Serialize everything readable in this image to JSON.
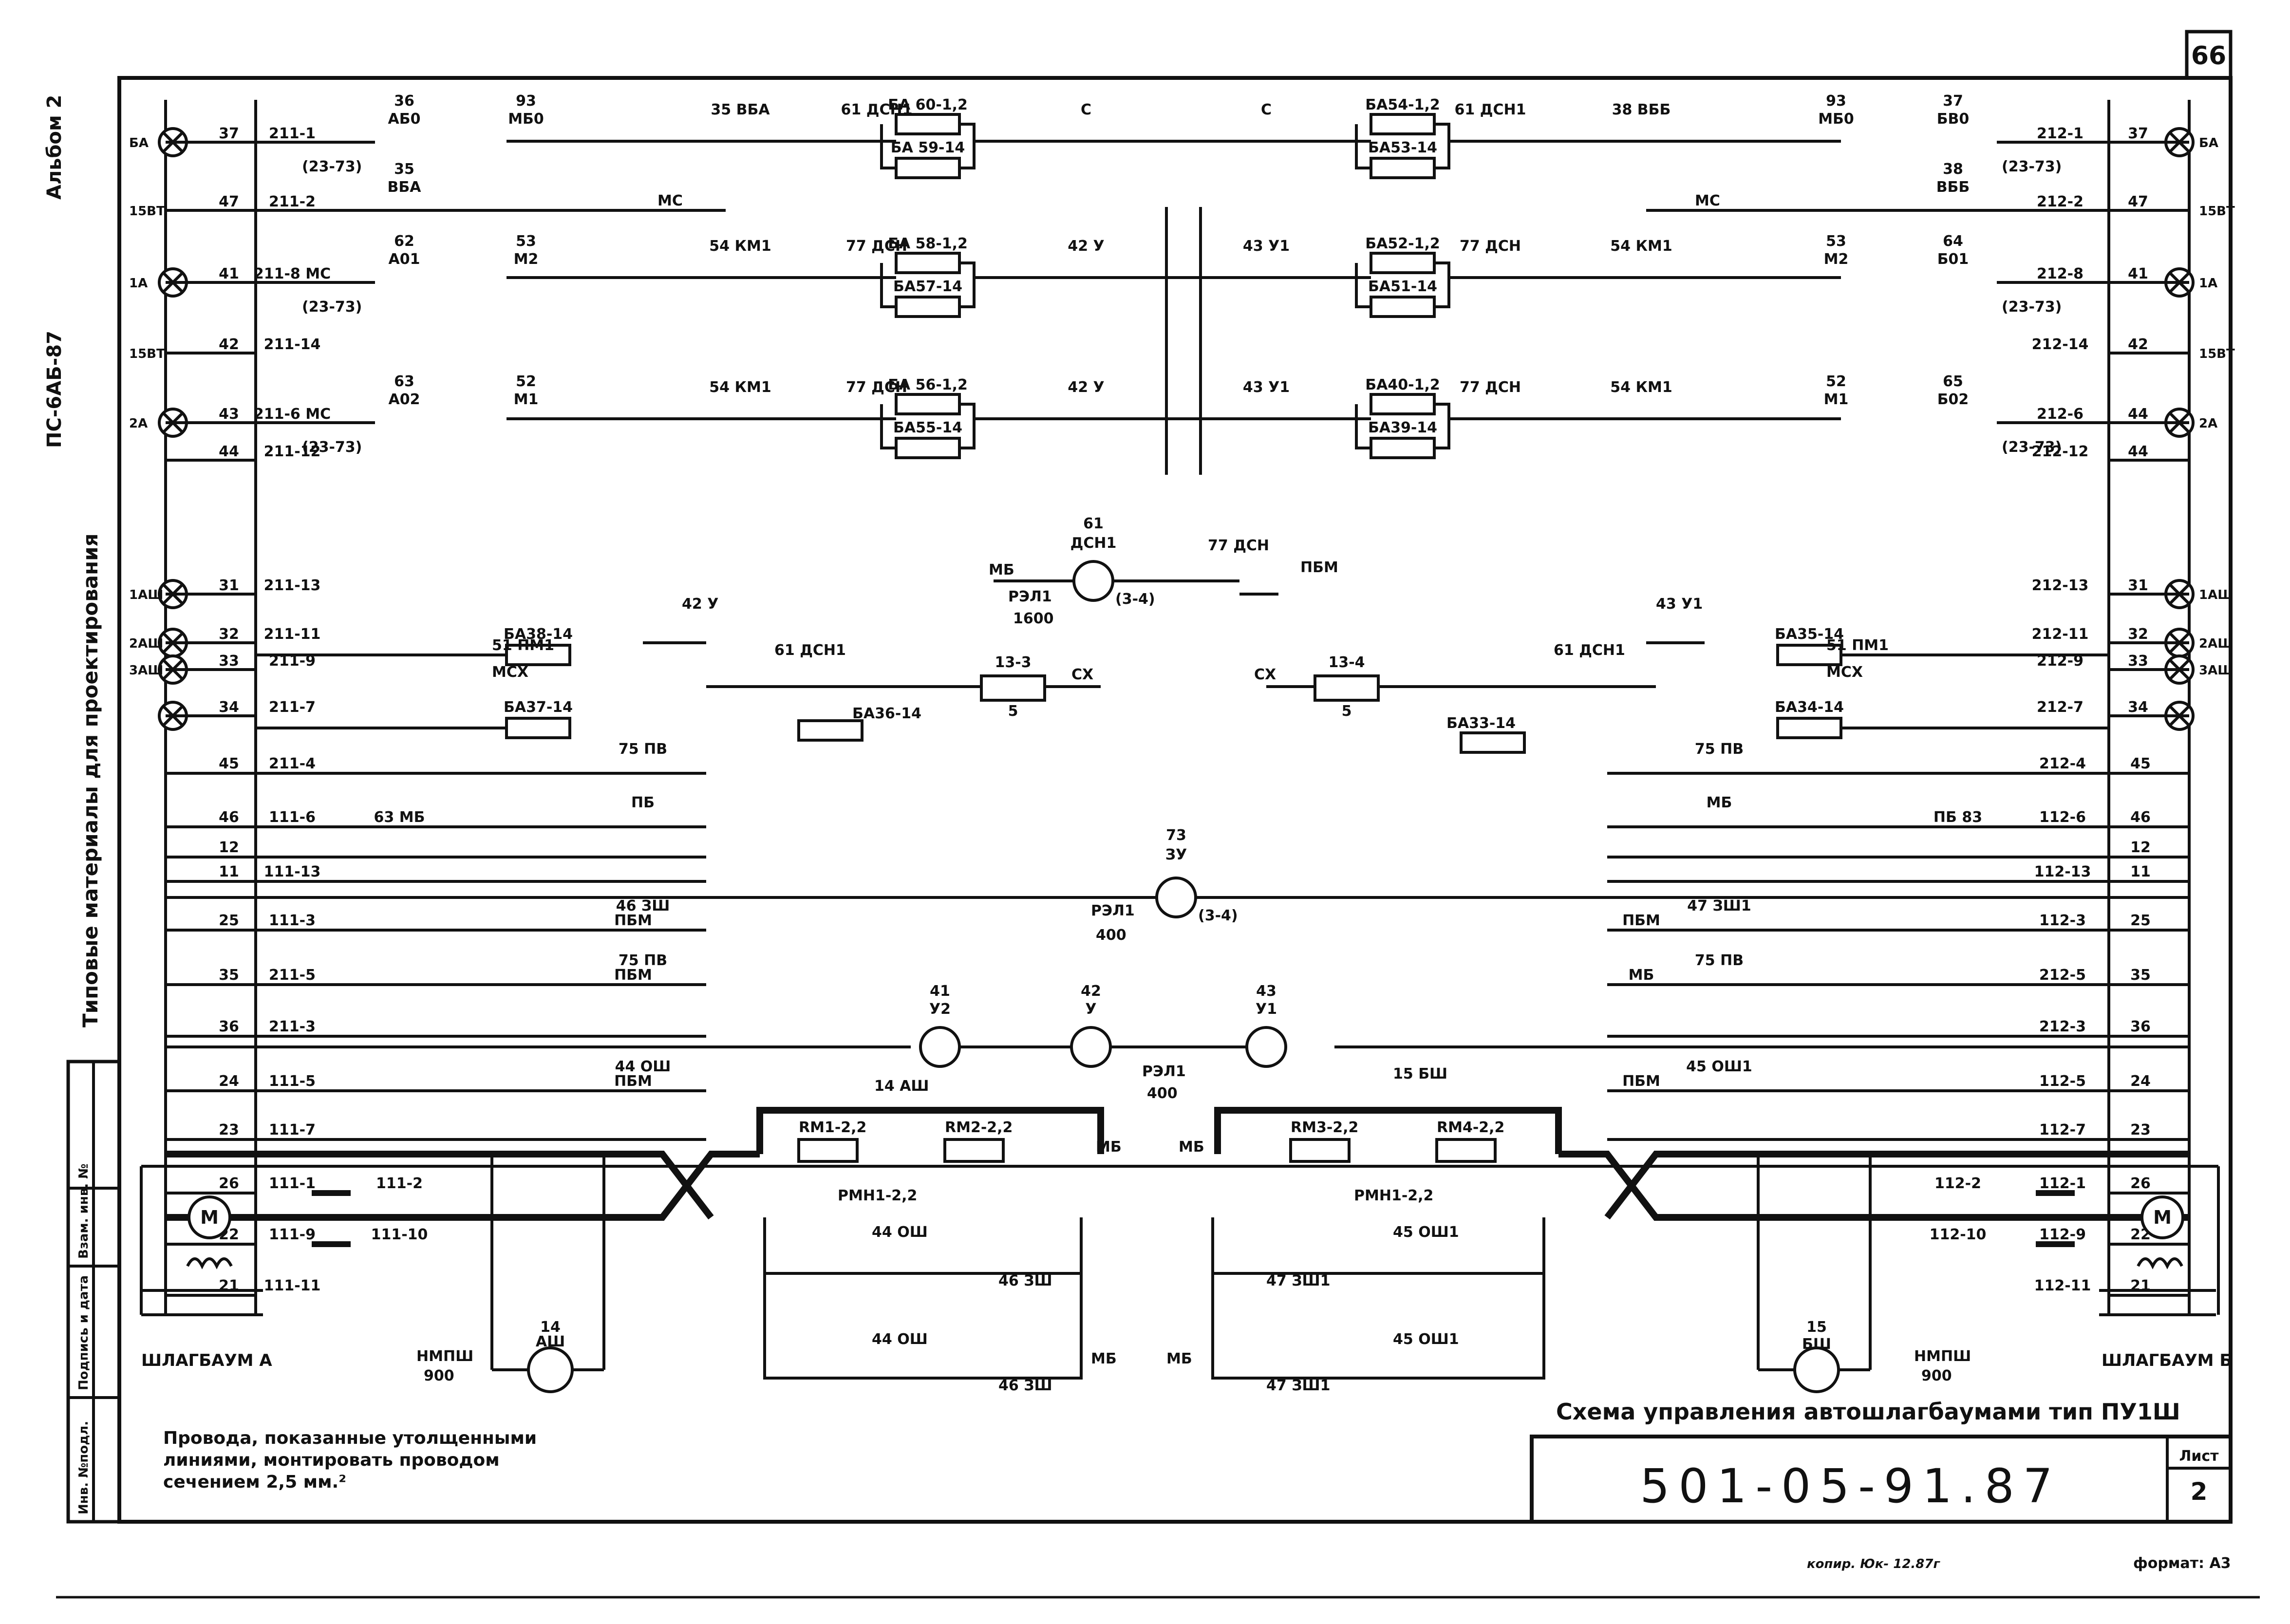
{
  "sheet": {
    "page_number": "66",
    "album": "Альбом 2",
    "project": "ПС-6АБ-87",
    "series_note": "Типовые материалы для проектирования",
    "stamp_labels": [
      "Инв. №подл.",
      "Подпись и дата",
      "Взам. инв. №"
    ],
    "title": "Схема управления автошлагбаумами тип ПУ1Ш",
    "doc_number": "501-05-91.87",
    "sheet_label": "Лист",
    "sheet_value": "2",
    "format_label": "формат: А3",
    "copy_note": "копир. Юк- 12.87г",
    "note": [
      "Провода, показанные утолщенными",
      "линиями, монтировать проводом",
      "сечением 2,5 мм.²"
    ],
    "barrier_left": "ШЛАГБАУМ А",
    "barrier_right": "ШЛАГБАУМ Б"
  },
  "left_side": {
    "lamps": [
      {
        "name": "БА",
        "term": "37",
        "wire": "211-1",
        "num": "36",
        "ref": "АБ0",
        "side_term": "93",
        "side_ref": "МБ0",
        "range": "(23-73)"
      },
      {
        "name": "15ВТ",
        "term": "47",
        "wire": "211-2",
        "num": "35",
        "ref": "ВБА",
        "bus": "МС"
      },
      {
        "name": "1А",
        "term": "41",
        "wire": "211-8 МС",
        "num": "62",
        "ref": "А01",
        "side_term": "53",
        "side_ref": "М2",
        "range": "(23-73)"
      },
      {
        "name": "",
        "term": "42",
        "wire": "211-14"
      },
      {
        "name": "15ВТ",
        "term": "",
        "wire": ""
      },
      {
        "name": "2А",
        "term": "43",
        "wire": "211-6 МС",
        "num": "63",
        "ref": "А02",
        "side_term": "52",
        "side_ref": "М1",
        "range": "(23-73)"
      },
      {
        "name": "",
        "term": "44",
        "wire": "211-12"
      },
      {
        "name": "1АШ",
        "term": "31",
        "wire": "211-13"
      },
      {
        "name": "2АШ",
        "term": "32",
        "wire": "211-11",
        "relay": "БА38-14",
        "contact": "51 ПМ1"
      },
      {
        "name": "3АШ",
        "term": "33",
        "wire": "211-9",
        "contact": "МСХ"
      },
      {
        "name": "",
        "term": "34",
        "wire": "211-7",
        "relay": "БА37-14"
      }
    ],
    "terminals": [
      {
        "term": "45",
        "wire": "211-4",
        "ref": "75 ПВ"
      },
      {
        "term": "46",
        "wire": "111-6",
        "ref": "ПБ",
        "extra": "63 МБ"
      },
      {
        "term": "12",
        "wire": ""
      },
      {
        "term": "11",
        "wire": "111-13"
      },
      {
        "term": "25",
        "wire": "111-3",
        "ref": "46 ЗШ",
        "bus": "ПБМ"
      },
      {
        "term": "35",
        "wire": "211-5",
        "ref": "75 ПВ",
        "bus": "ПБМ"
      },
      {
        "term": "36",
        "wire": "211-3"
      },
      {
        "term": "24",
        "wire": "111-5",
        "ref": "44 ОШ",
        "bus": "ПБМ"
      },
      {
        "term": "23",
        "wire": "111-7"
      },
      {
        "term": "26",
        "wire": "111-1",
        "extra": "111-2"
      },
      {
        "term": "22",
        "wire": "111-9",
        "extra": "111-10"
      },
      {
        "term": "21",
        "wire": "111-11"
      }
    ]
  },
  "right_side": {
    "lamps": [
      {
        "name": "БА",
        "term": "37",
        "wire": "212-1",
        "num": "37",
        "ref": "БВ0",
        "side_term": "93",
        "side_ref": "МБ0",
        "range": "(23-73)"
      },
      {
        "name": "15ВТ",
        "term": "47",
        "wire": "212-2",
        "num": "38",
        "ref": "ВББ",
        "bus": "МС"
      },
      {
        "name": "1А",
        "term": "41",
        "wire": "212-8",
        "num": "64",
        "ref": "Б01",
        "side_term": "53",
        "side_ref": "М2",
        "range": "(23-73)"
      },
      {
        "name": "",
        "term": "42",
        "wire": "212-14"
      },
      {
        "name": "15ВТ",
        "term": "",
        "wire": ""
      },
      {
        "name": "2А",
        "term": "44",
        "wire": "212-6",
        "num": "65",
        "ref": "Б02",
        "side_term": "52",
        "side_ref": "М1",
        "range": "(23-73)"
      },
      {
        "name": "",
        "term": "44",
        "wire": "212-12"
      },
      {
        "name": "1АШ",
        "term": "31",
        "wire": "212-13"
      },
      {
        "name": "2АШ",
        "term": "32",
        "wire": "212-11",
        "relay": "БА35-14",
        "contact": "51 ПМ1"
      },
      {
        "name": "3АШ",
        "term": "33",
        "wire": "212-9",
        "contact": "МСХ"
      },
      {
        "name": "",
        "term": "34",
        "wire": "212-7",
        "relay": "БА34-14"
      }
    ],
    "terminals": [
      {
        "term": "45",
        "wire": "212-4",
        "ref": "75 ПВ"
      },
      {
        "term": "46",
        "wire": "112-6",
        "ref": "МБ",
        "extra": "ПБ 83"
      },
      {
        "term": "12",
        "wire": ""
      },
      {
        "term": "11",
        "wire": "112-13"
      },
      {
        "term": "25",
        "wire": "112-3",
        "ref": "47 ЗШ1",
        "bus": "ПБМ"
      },
      {
        "term": "35",
        "wire": "212-5",
        "ref": "75 ПВ",
        "bus": "МБ"
      },
      {
        "term": "36",
        "wire": "212-3"
      },
      {
        "term": "24",
        "wire": "112-5",
        "ref": "45 ОШ1",
        "bus": "ПБМ"
      },
      {
        "term": "23",
        "wire": "112-7"
      },
      {
        "term": "26",
        "wire": "112-1",
        "extra": "112-2"
      },
      {
        "term": "22",
        "wire": "112-9",
        "extra": "112-10"
      },
      {
        "term": "21",
        "wire": "112-11"
      }
    ]
  },
  "center": {
    "relays_row1": [
      "БА 60-1,2",
      "БА 59-14",
      "БА54-1,2",
      "БА53-14"
    ],
    "relays_row2": [
      "БА 58-1,2",
      "БА57-14",
      "БА52-1,2",
      "БА51-14"
    ],
    "relays_row3": [
      "БА 56-1,2",
      "БА55-14",
      "БА40-1,2",
      "БА39-14"
    ],
    "contacts_top": [
      "35 ВБА",
      "61 ДСН1",
      "С",
      "С",
      "61 ДСН1",
      "38 ВББ"
    ],
    "contacts_mid": [
      "54 КМ1",
      "77 ДСН",
      "42 У",
      "43 У1",
      "77 ДСН",
      "54 КМ1"
    ],
    "contacts_low": [
      "54 КМ1",
      "77 ДСН",
      "42 У",
      "43 У1",
      "77 ДСН",
      "54 КМ1"
    ],
    "dsn": {
      "num": "61",
      "ref": "ДСН1",
      "label": "МБ",
      "rel": "РЭЛ1",
      "val": "1600",
      "range": "(3-4)",
      "c77": "77 ДСН",
      "bus": "ПБМ"
    },
    "u42": "42 У",
    "u43": "43 У1",
    "tr_left": {
      "name": "13-3",
      "mid": "5",
      "ref": "СХ",
      "relay": "БА36-14",
      "dsn": "61 ДСН1"
    },
    "tr_right": {
      "name": "13-4",
      "mid": "5",
      "ref": "СХ",
      "relay": "БА33-14",
      "dsn": "61 ДСН1"
    },
    "zu": {
      "num": "73",
      "ref": "ЗУ",
      "rel": "РЭЛ1",
      "val": "400",
      "range": "(3-4)"
    },
    "u_row": [
      {
        "num": "41",
        "ref": "У2"
      },
      {
        "num": "42",
        "ref": "У"
      },
      {
        "num": "43",
        "ref": "У1"
      }
    ],
    "u_row_rel": "РЭЛ1",
    "u_row_val": "400",
    "ash": "14 АШ",
    "bsh": "15 БШ",
    "rm_left": [
      "RM1-2,2",
      "RM2-2,2"
    ],
    "rm_right": [
      "RM3-2,2",
      "RM4-2,2"
    ],
    "rmn": "РМН1-2,2",
    "ow": {
      "left": "44 ОШ",
      "right": "45 ОШ1"
    },
    "zsh": {
      "left": "46 ЗШ",
      "right": "47 ЗШ1"
    },
    "mb": "МБ",
    "nmpsh": {
      "label": "НМПШ",
      "val": "900"
    },
    "ash_motor": {
      "num": "14",
      "ref": "АШ"
    },
    "bsh_motor": {
      "num": "15",
      "ref": "БШ"
    }
  }
}
